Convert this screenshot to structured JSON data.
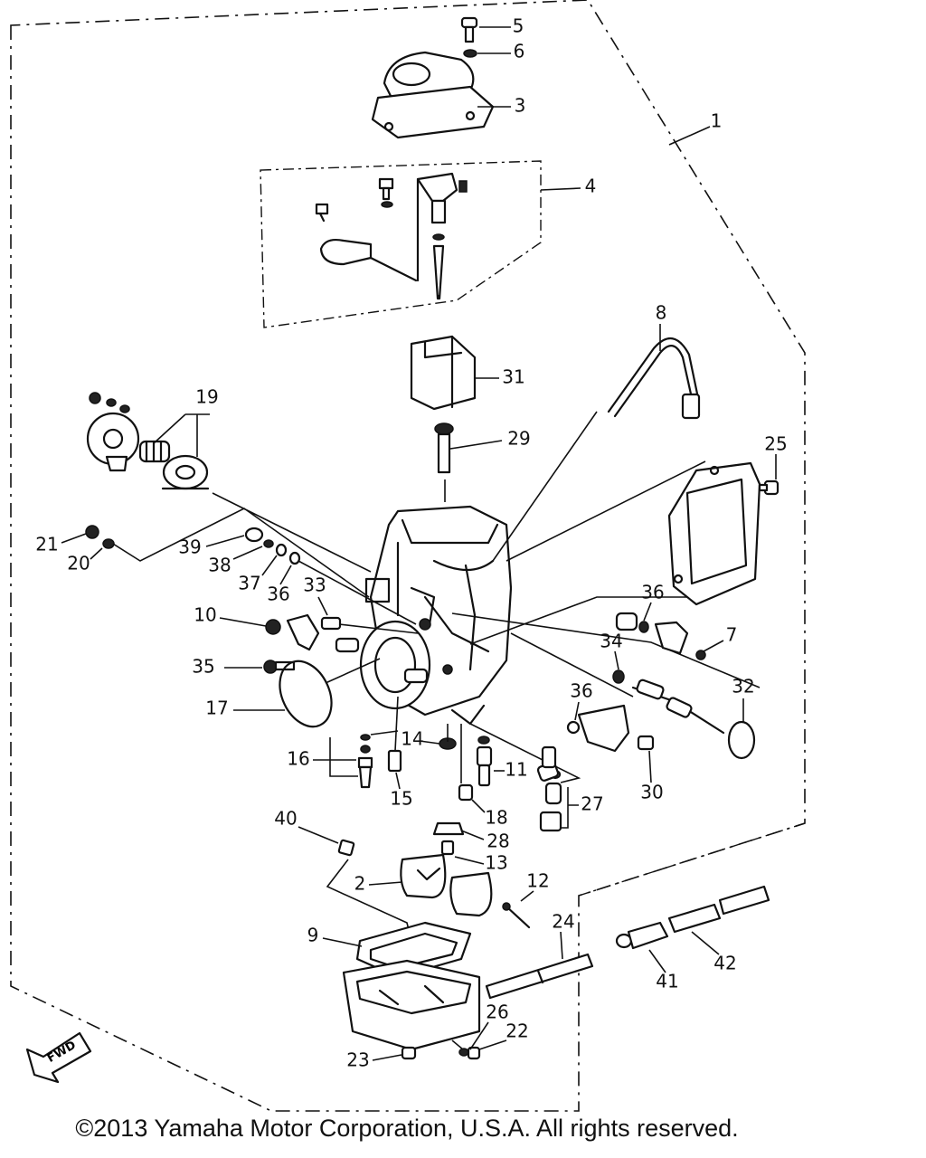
{
  "diagram": {
    "part_labels": [
      "1",
      "2",
      "3",
      "4",
      "5",
      "6",
      "7",
      "8",
      "9",
      "10",
      "11",
      "12",
      "13",
      "14",
      "15",
      "16",
      "17",
      "18",
      "19",
      "20",
      "21",
      "22",
      "23",
      "24",
      "25",
      "26",
      "27",
      "28",
      "29",
      "30",
      "31",
      "32",
      "33",
      "34",
      "35",
      "36",
      "37",
      "38",
      "39",
      "40",
      "41",
      "42"
    ],
    "direction_badge": "FWD",
    "copyright": "©2013 Yamaha Motor Corporation, U.S.A. All rights reserved."
  }
}
